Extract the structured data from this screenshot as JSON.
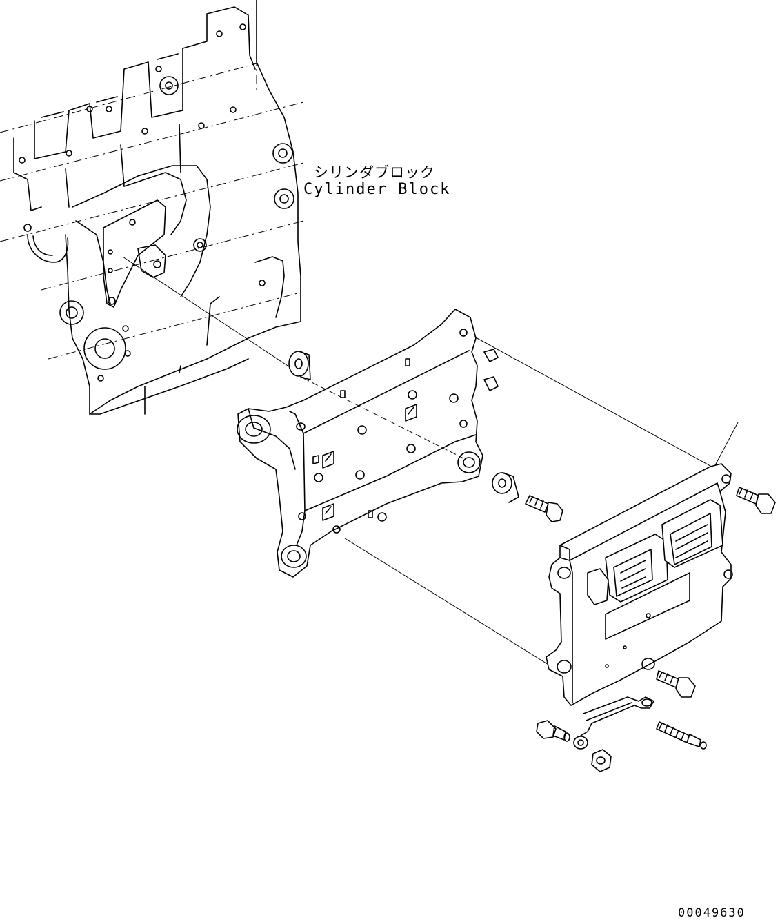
{
  "labels": {
    "part_name_jp": "シリンダブロック",
    "part_name_en": "Cylinder Block"
  },
  "drawing_number": "00049630"
}
